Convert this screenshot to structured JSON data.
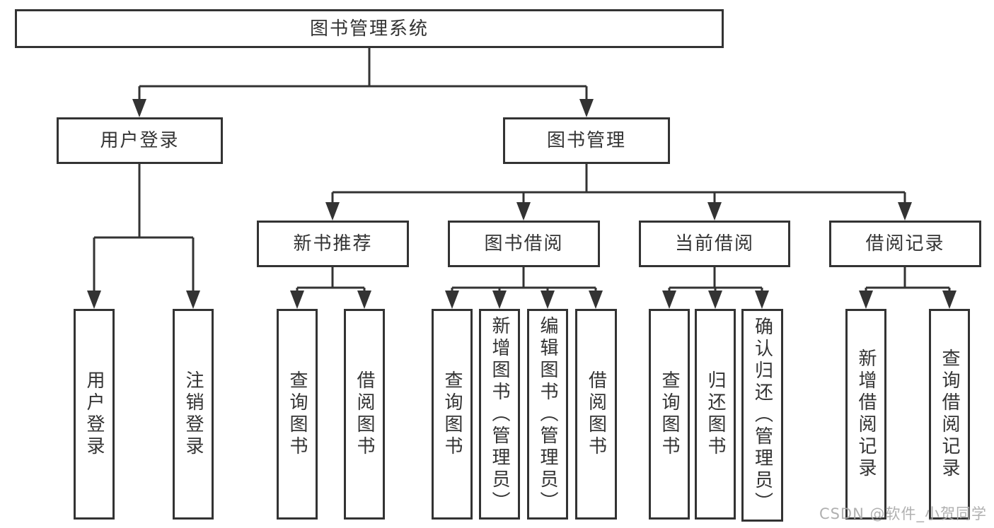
{
  "diagram": {
    "root": "图书管理系统",
    "user_login": {
      "label": "用户登录",
      "children": [
        "用户登录",
        "注销登录"
      ]
    },
    "book_management": {
      "label": "图书管理",
      "sections": [
        {
          "label": "新书推荐",
          "children": [
            "查询图书",
            "借阅图书"
          ]
        },
        {
          "label": "图书借阅",
          "children": [
            "查询图书",
            "新增图书（管理员）",
            "编辑图书（管理员）",
            "借阅图书"
          ]
        },
        {
          "label": "当前借阅",
          "children": [
            "查询图书",
            "归还图书",
            "确认归还（管理员）"
          ]
        },
        {
          "label": "借阅记录",
          "children": [
            "新增借阅记录",
            "查询借阅记录"
          ]
        }
      ]
    }
  },
  "watermark": "CSDN @软件_小贺同学",
  "colors": {
    "line": "#333333",
    "text": "#333333",
    "box_background": "#ffffff",
    "watermark": "#acacac",
    "background": "#ffffff"
  }
}
